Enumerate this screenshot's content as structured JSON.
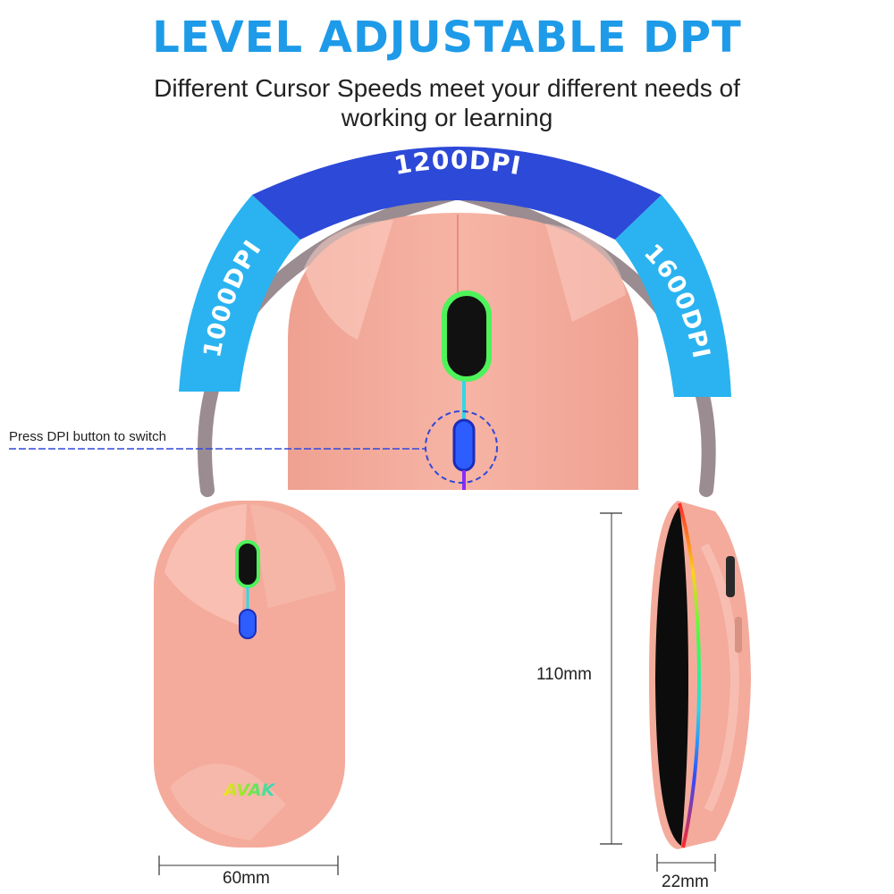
{
  "header": {
    "title": "LEVEL ADJUSTABLE DPT",
    "subtitle_line1": "Different Cursor Speeds meet your different needs of",
    "subtitle_line2": "working or learning"
  },
  "dpi_arc": {
    "left_label": "1000DPI",
    "top_label": "1200DPI",
    "right_label": "1600DPI",
    "colors": {
      "left": "#2ab3f0",
      "top": "#2d49d8",
      "right": "#2ab3f0",
      "ring": "#9a8c90"
    }
  },
  "callout": {
    "text": "Press DPI button to switch"
  },
  "mouse": {
    "body_color": "#f4ab9c",
    "brand_logo": "AVAK"
  },
  "dimensions": {
    "length": "110mm",
    "width": "60mm",
    "depth": "22mm"
  },
  "colors": {
    "title": "#1e9be8",
    "text": "#222222",
    "accent_line": "#3048d8"
  }
}
